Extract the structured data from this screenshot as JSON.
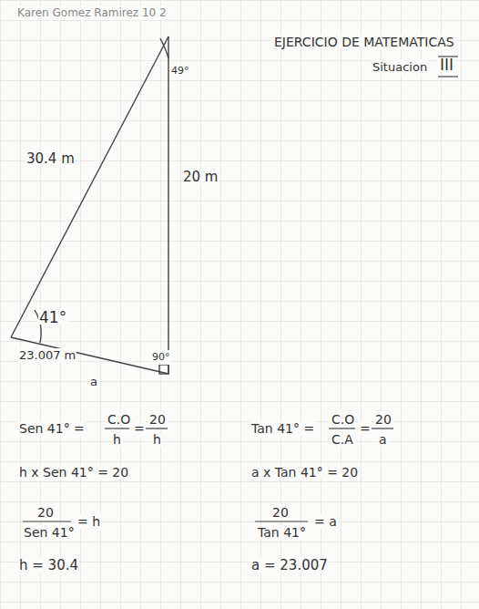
{
  "diagram": {
    "title": "EJERCICIO DE MATEMATICAS",
    "labels": [
      "Karen Gomez Ramirez 10 2",
      "Situacion",
      "III",
      "49°",
      "30.4 m",
      "20 m",
      "41°",
      "90°",
      "23.007 m",
      "a",
      "Sen 41° =",
      "C.O",
      "h",
      "=",
      "20",
      "h",
      "h x Sen 41° = 20",
      "20",
      "Sen 41°",
      "= h",
      "h = 30.4",
      "Tan 41° =",
      "C.O",
      "C.A",
      "=",
      "20",
      "a",
      "a x Tan 41° = 20",
      "20",
      "Tan 41°",
      "= a",
      "a = 23.007"
    ]
  }
}
